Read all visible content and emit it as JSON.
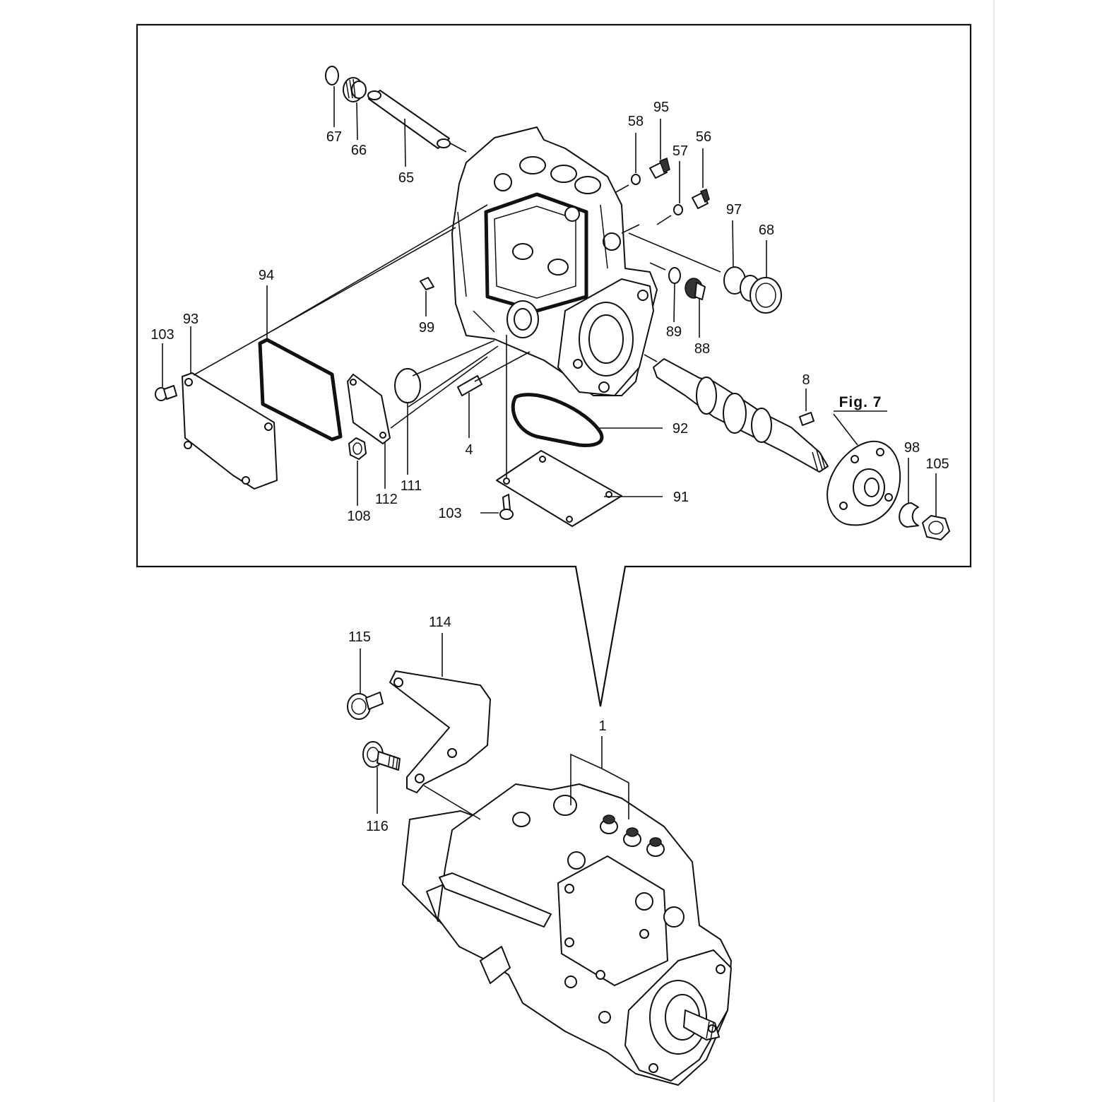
{
  "callouts": {
    "c67": "67",
    "c66": "66",
    "c65": "65",
    "c58": "58",
    "c95": "95",
    "c57": "57",
    "c56": "56",
    "c97": "97",
    "c68": "68",
    "c94": "94",
    "c93": "93",
    "c103a": "103",
    "c99": "99",
    "c89": "89",
    "c88": "88",
    "c8": "8",
    "c4": "4",
    "c92": "92",
    "c111": "111",
    "c112": "112",
    "c108": "108",
    "c98": "98",
    "c105": "105",
    "c91": "91",
    "c103b": "103",
    "c114": "114",
    "c115": "115",
    "c116": "116",
    "c1": "1"
  },
  "figure_ref": "Fig. 7"
}
